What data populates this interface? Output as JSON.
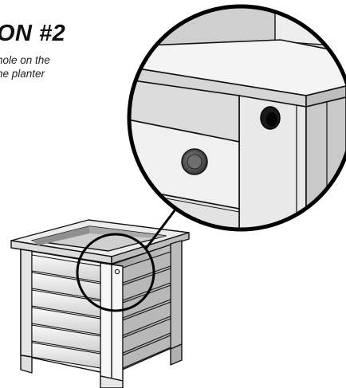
{
  "heading": "ON #2",
  "caption": {
    "line1": "hole on the",
    "line2": "he planter"
  },
  "colors": {
    "outline": "#111111",
    "wood_light": "#f1f1f1",
    "wood_mid": "#d9d9d9",
    "wood_dark": "#9a9a9a"
  }
}
